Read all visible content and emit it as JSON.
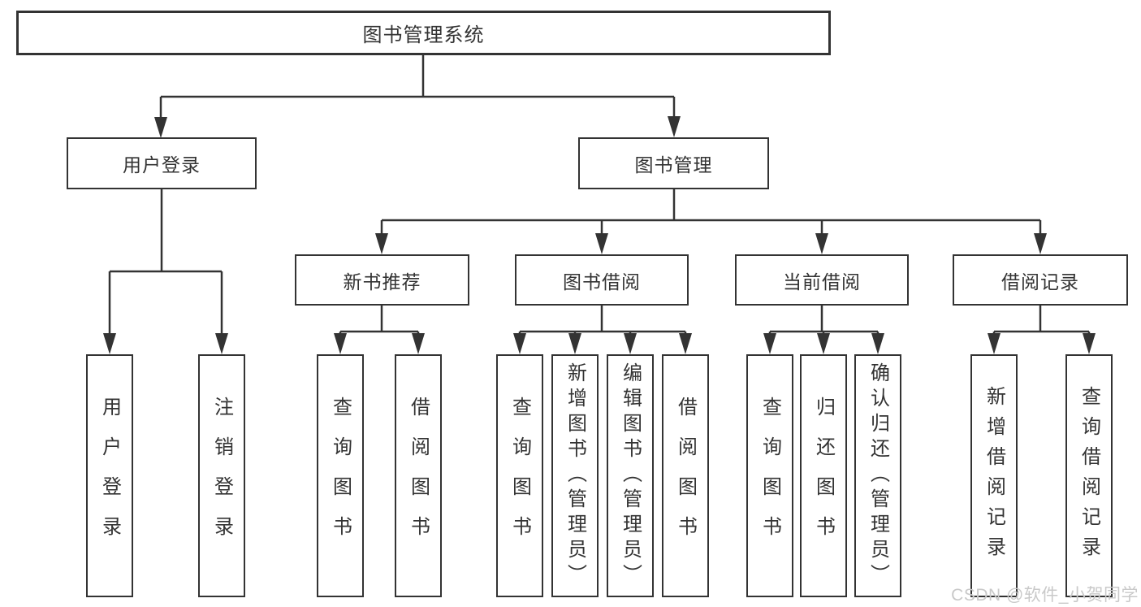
{
  "diagram_type": "hierarchy-tree",
  "tree": {
    "label": "图书管理系统",
    "children": [
      {
        "label": "用户登录",
        "children": [
          {
            "label": "用户登录"
          },
          {
            "label": "注销登录"
          }
        ]
      },
      {
        "label": "图书管理",
        "children": [
          {
            "label": "新书推荐",
            "children": [
              {
                "label": "查询图书"
              },
              {
                "label": "借阅图书"
              }
            ]
          },
          {
            "label": "图书借阅",
            "children": [
              {
                "label": "查询图书"
              },
              {
                "label": "新增图书（管理员）"
              },
              {
                "label": "编辑图书（管理员）"
              },
              {
                "label": "借阅图书"
              }
            ]
          },
          {
            "label": "当前借阅",
            "children": [
              {
                "label": "查询图书"
              },
              {
                "label": "归还图书"
              },
              {
                "label": "确认归还（管理员）"
              }
            ]
          },
          {
            "label": "借阅记录",
            "children": [
              {
                "label": "新增借阅记录"
              },
              {
                "label": "查询借阅记录"
              }
            ]
          }
        ]
      }
    ]
  },
  "watermark": {
    "text": "CSDN @软件_小贺同学"
  },
  "colors": {
    "line": "#333333",
    "text": "#333333",
    "box_background": "#ffffff",
    "watermark": "#c9c9c9"
  }
}
